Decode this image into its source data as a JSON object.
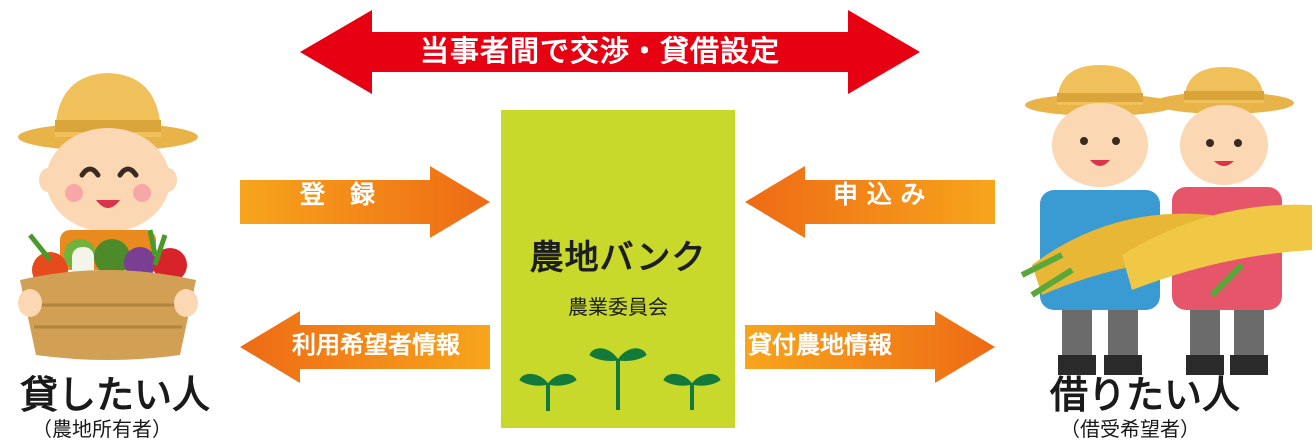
{
  "top_arrow": {
    "label": "当事者間で交渉・貸借設定",
    "color": "#e60012"
  },
  "arrows": {
    "register": "登　録",
    "apply": "申 込 み",
    "user_info": "利用希望者情報",
    "land_info": "貸付農地情報"
  },
  "center": {
    "title": "農地バンク",
    "subtitle": "農業委員会",
    "color": "#c8d92c"
  },
  "lender": {
    "label": "貸したい人",
    "sub": "（農地所有者）"
  },
  "borrower": {
    "label": "借りたい人",
    "sub": "（借受希望者）"
  }
}
